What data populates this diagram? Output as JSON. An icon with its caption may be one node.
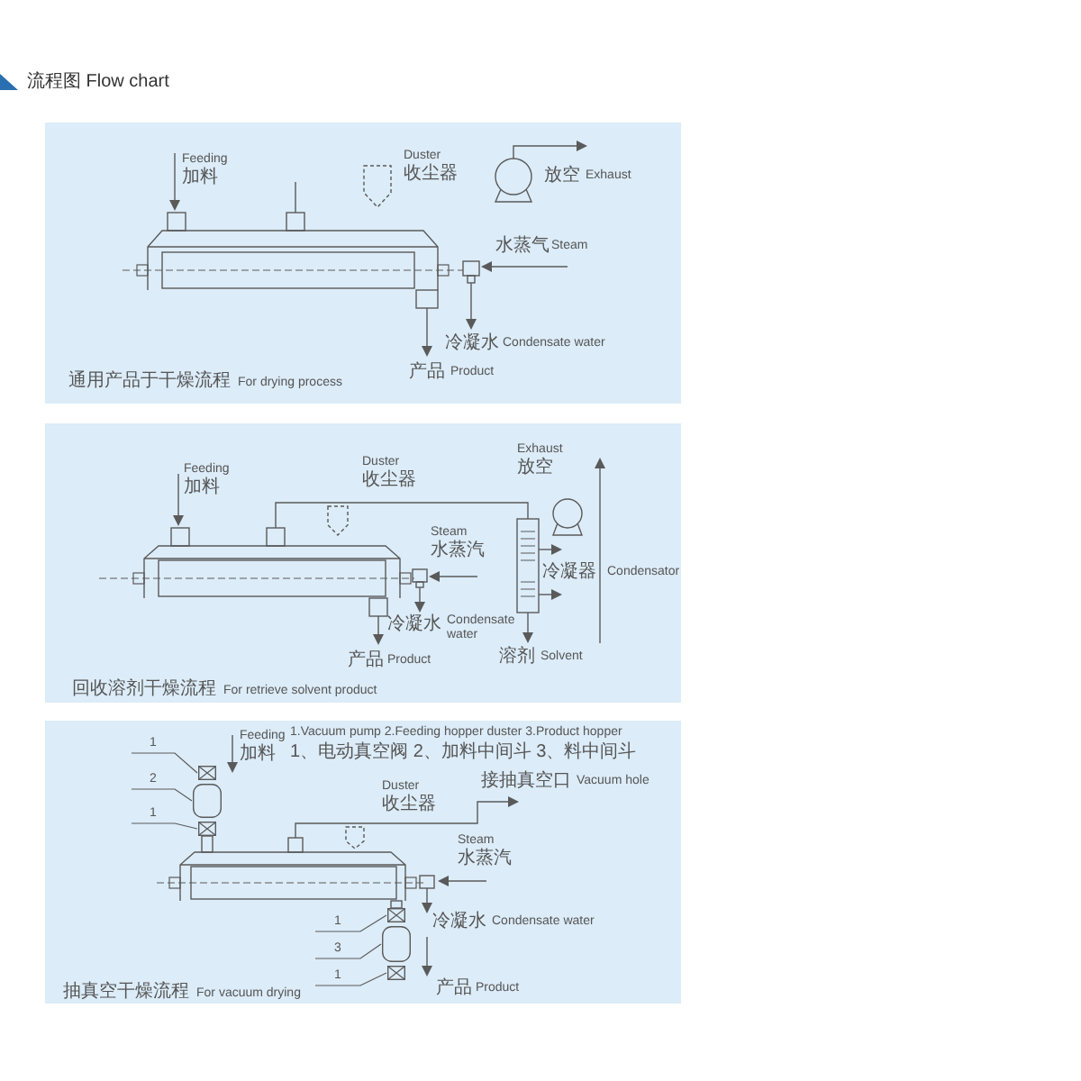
{
  "diagram": {
    "title": "流程图 Flow chart",
    "nodes": [
      {
        "text": [
          "通用产品于干燥流程",
          "For drying process"
        ]
      },
      {
        "text": [
          "回收溶剂干燥流程",
          "For retrieve solvent product"
        ]
      },
      {
        "text": [
          "抽真空干燥流程",
          "For vacuum drying"
        ]
      },
      {
        "text": [
          "1"
        ],
        "in": 2
      },
      {
        "text": [
          "2"
        ],
        "in": 2
      },
      {
        "text": [
          "1"
        ],
        "in": 2
      },
      {
        "text": [
          "1"
        ],
        "in": 2
      },
      {
        "text": [
          "3"
        ],
        "in": 2
      },
      {
        "text": [
          "1"
        ],
        "in": 2
      },
      {
        "text": [],
        "shape": "box",
        "in": 2
      },
      {
        "text": [],
        "shape": "cylinder",
        "in": 2
      },
      {
        "text": [],
        "shape": "box",
        "in": 2
      },
      {
        "text": [],
        "shape": "box",
        "in": 2
      },
      {
        "text": [],
        "shape": "cylinder",
        "in": 2
      },
      {
        "text": [],
        "shape": "box",
        "in": 2
      }
    ],
    "edges": [
      {
        "from": 3,
        "to": 9,
        "arrow": "none"
      },
      {
        "from": 4,
        "to": 10,
        "arrow": "none"
      },
      {
        "from": 5,
        "to": 11,
        "arrow": "none"
      },
      {
        "from": 6,
        "to": 12,
        "arrow": "none"
      },
      {
        "from": 7,
        "to": 13,
        "arrow": "none"
      },
      {
        "from": 8,
        "to": 14,
        "arrow": "none"
      }
    ],
    "labels": [
      "Feeding",
      "加料",
      "Duster",
      "收尘器",
      "放空",
      "Exhaust",
      "水蒸气",
      "Steam",
      "冷凝水",
      "Condensate water",
      "产品",
      "Product",
      "Feeding",
      "加料",
      "Duster",
      "收尘器",
      "Exhaust",
      "放空",
      "Steam",
      "水蒸汽",
      "冷凝器",
      "Condensator",
      "冷凝水",
      "Condensate water",
      "产品",
      "Product",
      "溶剂",
      "Solvent",
      "1.Vacuum pump 2.Feeding hopper duster 3.Product hopper",
      "1、电动真空阀 2、加料中间斗 3、料中间斗",
      "Feeding",
      "加料",
      "接抽真空口",
      "Vacuum hole",
      "Duster",
      "收尘器",
      "Steam",
      "水蒸汽",
      "冷凝水",
      "Condensate water",
      "产品",
      "Product"
    ]
  }
}
